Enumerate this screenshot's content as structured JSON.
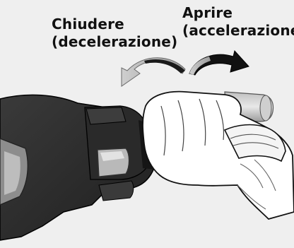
{
  "labels": {
    "close_line1": "Chiudere",
    "close_line2": "(decelerazione)",
    "open_line1": "Aprire",
    "open_line2": "(accelerazione)"
  },
  "colors": {
    "background": "#efefef",
    "handlebar_dark": "#2c2c2c",
    "glove": "#ffffff",
    "arrow_gray": "#8a8a8a",
    "arrow_black": "#111111"
  },
  "icons": [
    "close-rotation-arrow-icon",
    "open-rotation-arrow-icon"
  ]
}
